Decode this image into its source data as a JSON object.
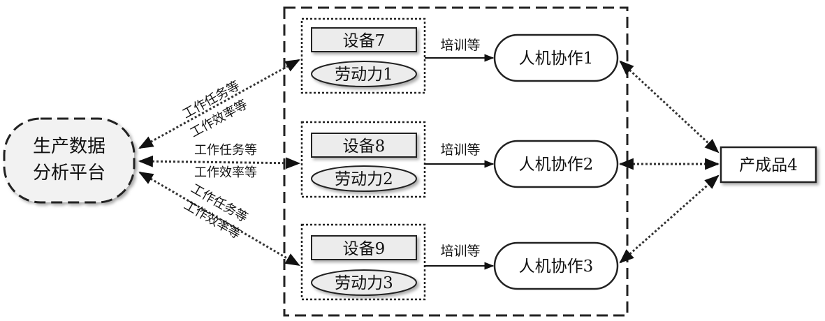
{
  "platform": {
    "line1": "生产数据",
    "line2": "分析平台"
  },
  "groups": [
    {
      "device": "设备7",
      "labor": "劳动力1",
      "training": "培训等",
      "collab": "人机协作1"
    },
    {
      "device": "设备8",
      "labor": "劳动力2",
      "training": "培训等",
      "collab": "人机协作2"
    },
    {
      "device": "设备9",
      "labor": "劳动力3",
      "training": "培训等",
      "collab": "人机协作3"
    }
  ],
  "product": "产成品4",
  "edge_labels": {
    "top_task": "工作任务等",
    "top_eff": "工作效率等",
    "mid_task": "工作任务等",
    "mid_eff": "工作效率等",
    "bot_task": "工作任务等",
    "bot_eff": "工作效率等"
  }
}
